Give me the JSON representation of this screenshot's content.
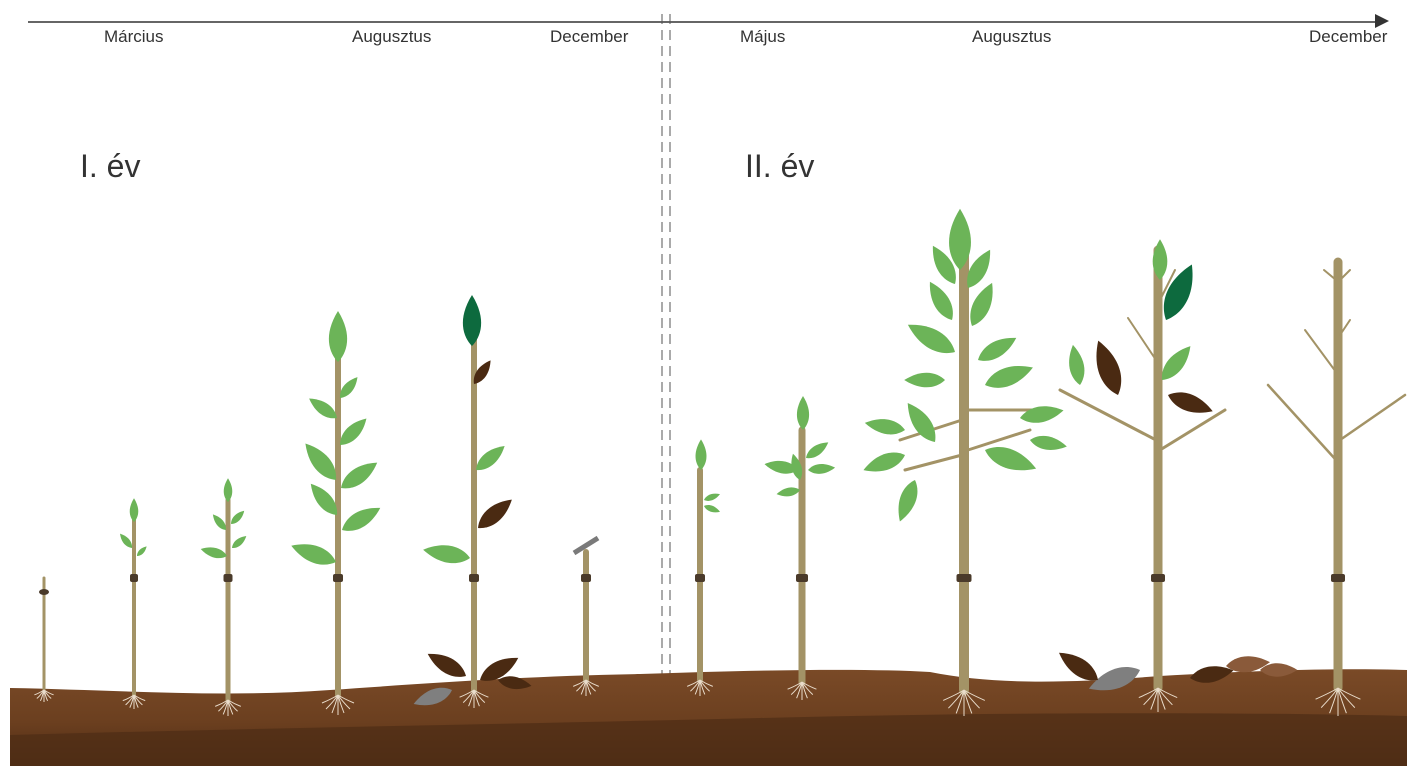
{
  "timeline": {
    "months_year1": [
      "Március",
      "Augusztus",
      "December"
    ],
    "months_year2": [
      "Május",
      "Augusztus",
      "December"
    ]
  },
  "years": {
    "year1_label": "I. év",
    "year2_label": "II. év"
  },
  "colors": {
    "soil_top": "#7a4a27",
    "soil_bottom": "#5a3317",
    "stem": "#a39366",
    "leaf_green": "#6cb458",
    "leaf_dark_green": "#0d6a3e",
    "leaf_brown": "#4a2a12",
    "leaf_dead": "#7f7f7f",
    "tie_band": "#4a3a2a",
    "root": "#e9dccb"
  },
  "icons": {
    "axis": "timeline-arrow-icon",
    "divider": "year-divider-line"
  }
}
